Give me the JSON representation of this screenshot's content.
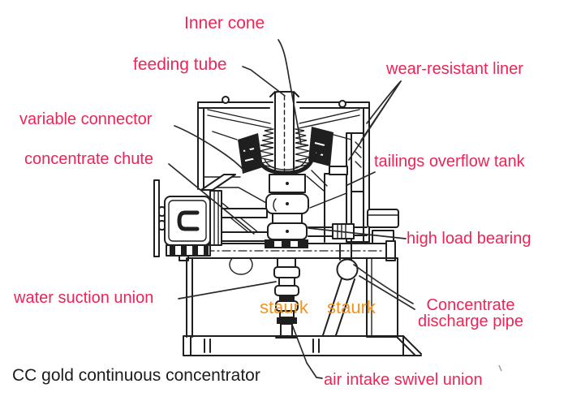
{
  "figure": {
    "caption": "CC gold continuous concentrator",
    "type": "labeled technical diagram of a centrifugal gold concentrator"
  },
  "colors": {
    "label_pink": "#ee2456",
    "watermark_orange": "#f0941f",
    "ink": "#1f1f1f",
    "caption_black": "#1c1c1c"
  },
  "labels": [
    {
      "key": "inner-cone",
      "text": "Inner cone"
    },
    {
      "key": "feeding-tube",
      "text": "feeding tube"
    },
    {
      "key": "wear-resistant-liner",
      "text": "wear-resistant liner"
    },
    {
      "key": "variable-connector",
      "text": "variable connector"
    },
    {
      "key": "concentrate-chute",
      "text": "concentrate chute"
    },
    {
      "key": "tailings-overflow-tank",
      "text": "tailings overflow tank"
    },
    {
      "key": "high-load-bearing",
      "text": "high load bearing"
    },
    {
      "key": "water-suction-union",
      "text": "water suction union"
    },
    {
      "key": "concentrate-discharge-pipe",
      "text": "Concentrate\ndischarge pipe"
    },
    {
      "key": "air-intake-swivel-union",
      "text": "air intake swivel union"
    }
  ],
  "watermarks": [
    {
      "text": "staurk"
    },
    {
      "text": "staurk"
    }
  ]
}
